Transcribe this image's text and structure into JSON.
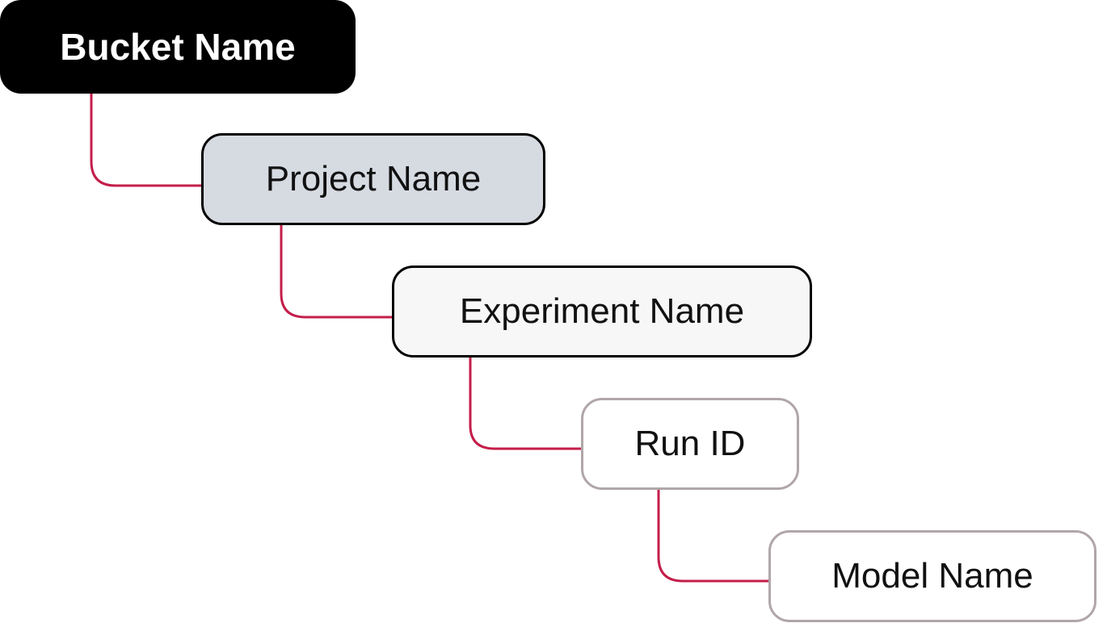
{
  "colors": {
    "connector": "#c41e4a",
    "bucket_fill": "#000000",
    "bucket_text": "#ffffff",
    "project_fill": "#d6dbe2",
    "experiment_fill": "#f7f7f7",
    "run_fill": "#ffffff",
    "model_fill": "#ffffff"
  },
  "nodes": [
    {
      "label": "Bucket Name"
    },
    {
      "label": "Project Name"
    },
    {
      "label": "Experiment Name"
    },
    {
      "label": "Run ID"
    },
    {
      "label": "Model Name"
    }
  ]
}
